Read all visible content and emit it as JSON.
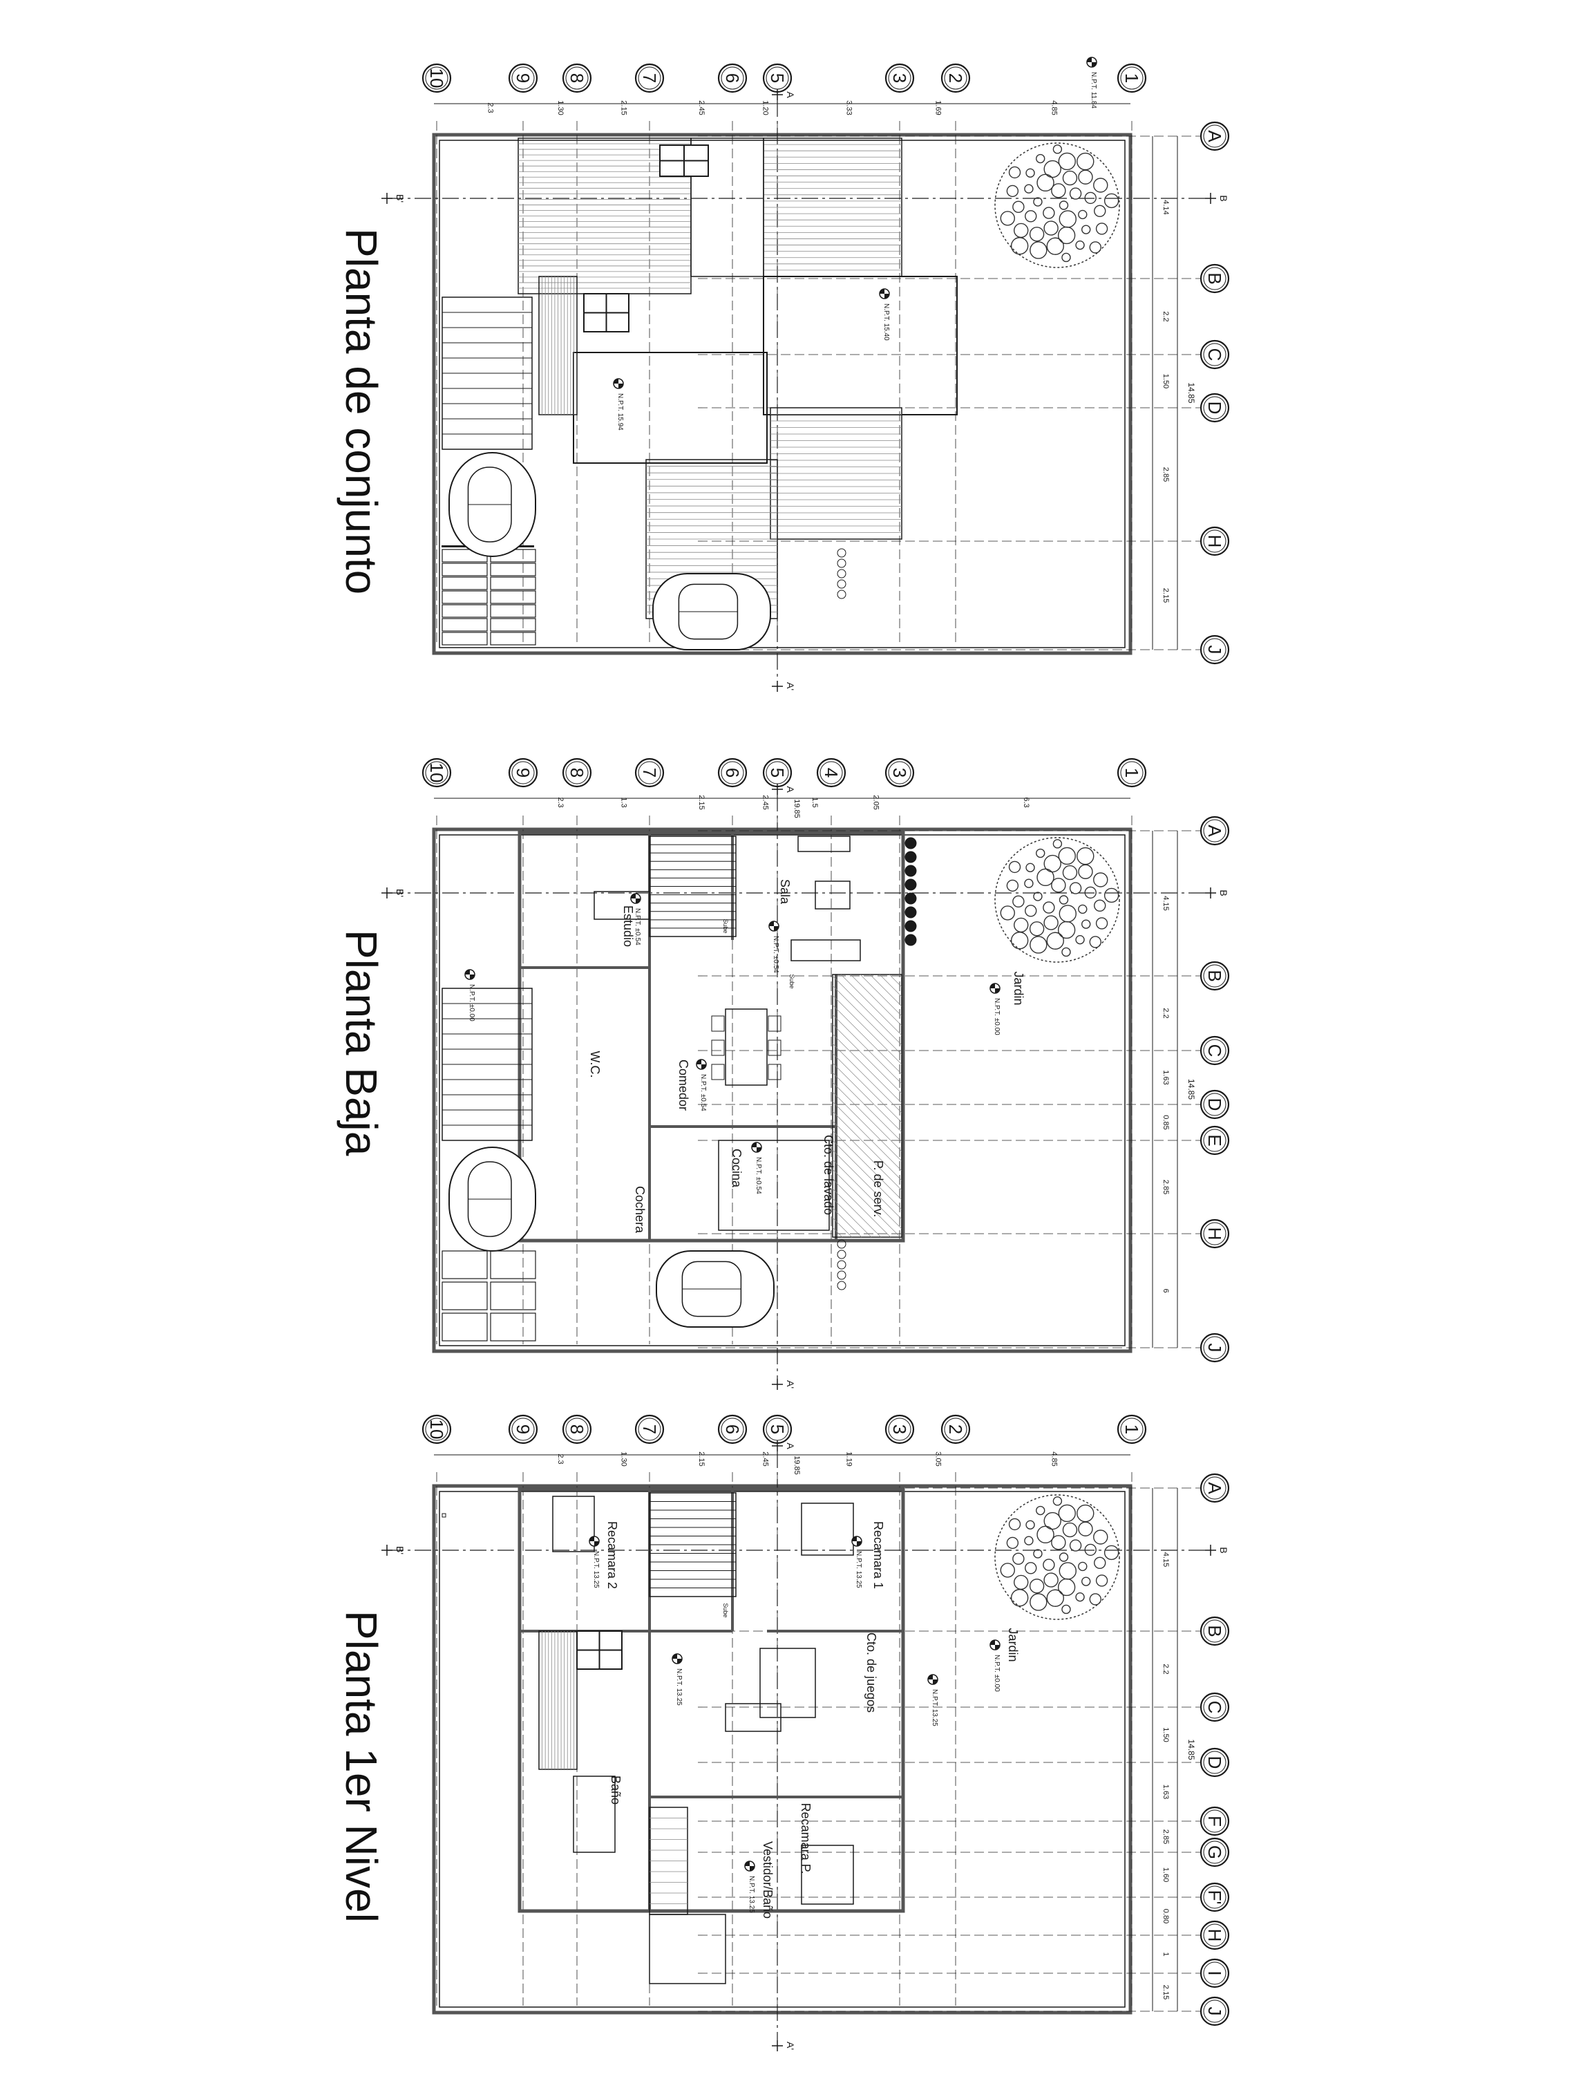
{
  "colors": {
    "ink": "#1a1a1a",
    "wall": "#555555",
    "hatch": "#888888",
    "grid": "#222222",
    "tree": "#333333"
  },
  "panels": [
    {
      "id": "conjunto",
      "title": "Planta de conjunto",
      "col_labels": [
        "1",
        "2",
        "3",
        "5",
        "6",
        "7",
        "8",
        "9",
        "10"
      ],
      "row_labels": [
        "A",
        "B",
        "C",
        "D",
        "H",
        "J"
      ],
      "col_dims": [
        "4.85",
        "1.69",
        "3.33",
        "1.20",
        "2.45",
        "2.15",
        "1.30",
        "2.3"
      ],
      "row_dims": [
        "4.14",
        "2.2",
        "1.50",
        "2.85",
        "2.15"
      ],
      "total_dim": "14.85",
      "levels": [
        "N.P.T. 11.84",
        "N.P.T. 15.40",
        "N.P.T. 15.94"
      ],
      "rooms": [],
      "section_marks": [
        "A",
        "A'",
        "B",
        "B'"
      ]
    },
    {
      "id": "baja",
      "title": "Planta Baja",
      "col_labels": [
        "1",
        "3",
        "4",
        "5",
        "6",
        "7",
        "8",
        "9",
        "10"
      ],
      "row_labels": [
        "A",
        "B",
        "C",
        "D",
        "E",
        "H",
        "J"
      ],
      "col_dims": [
        "6.3",
        "2.05",
        "1.5",
        "2.45",
        "2.15",
        "1.3",
        "2.3"
      ],
      "row_dims": [
        "4.15",
        "2.2",
        "1.63",
        "0.85",
        "2.85",
        "6",
        "2.15"
      ],
      "total_dim": "14.85",
      "total_dim_2": "19.85",
      "levels": [
        "N.P.T. ±0.00",
        "N.P.T. ±0.54"
      ],
      "rooms": [
        "Jardin",
        "Sala",
        "Estudio",
        "Comedor",
        "Cocina",
        "W.C.",
        "Cochera",
        "Cto. de lavado",
        "P. de serv."
      ],
      "extra_labels": [
        "Sube",
        "Sube"
      ],
      "section_marks": [
        "A",
        "A'",
        "B",
        "B'"
      ]
    },
    {
      "id": "primer",
      "title": "Planta 1er Nivel",
      "col_labels": [
        "1",
        "2",
        "3",
        "5",
        "6",
        "7",
        "8",
        "9",
        "10"
      ],
      "row_labels": [
        "A",
        "B",
        "C",
        "D",
        "F",
        "G",
        "F'",
        "H",
        "I",
        "J"
      ],
      "col_dims": [
        "4.85",
        "3.05",
        "1.19",
        "2.45",
        "2.15",
        "1.30",
        "2.3"
      ],
      "row_dims": [
        "4.15",
        "2.2",
        "1.50",
        "1.63",
        "2.85",
        "1.60",
        "0.80",
        "1",
        "2.15"
      ],
      "total_dim": "14.85",
      "total_dim_2": "19.85",
      "levels": [
        "N.P.T. ±0.00",
        "N.P.T. 13.25"
      ],
      "rooms": [
        "Jardin",
        "Recamara 1",
        "Recamara 2",
        "Cto. de juegos",
        "Baño",
        "Recamara P.",
        "Vestidor/Baño"
      ],
      "extra_labels": [
        "Sube"
      ],
      "section_marks": [
        "A",
        "A'",
        "B",
        "B'"
      ]
    }
  ]
}
